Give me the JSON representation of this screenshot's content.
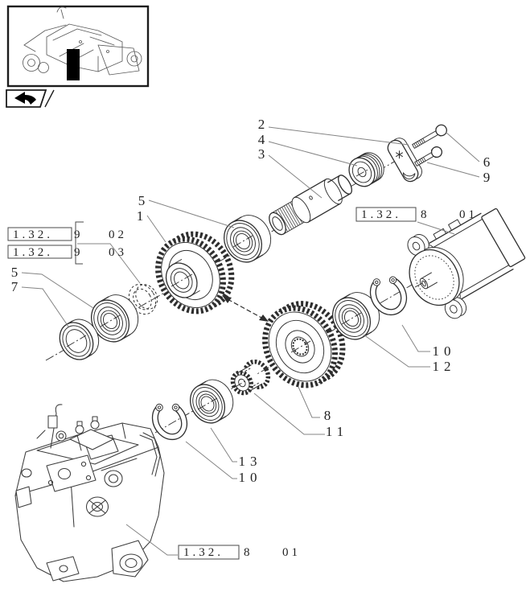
{
  "colors": {
    "line": "#2e2e2e",
    "leader": "#848484",
    "background": "#ffffff",
    "highlight": "#000000"
  },
  "thumbnail": {
    "icon": "tractor-overview-line-art",
    "marker_icon": "section-highlight-marker"
  },
  "nav": {
    "icon": "return-arrow-icon"
  },
  "references": [
    {
      "boxed": "1.32.",
      "suffix": "9",
      "sheet": "02"
    },
    {
      "boxed": "1.32.",
      "suffix": "9",
      "sheet": "03"
    },
    {
      "boxed": "1.32.",
      "suffix": "8",
      "sheet": "01"
    },
    {
      "boxed": "1.32.",
      "suffix": "8",
      "sheet": "01"
    }
  ],
  "callouts": [
    {
      "label": "2"
    },
    {
      "label": "4"
    },
    {
      "label": "3"
    },
    {
      "label": "6"
    },
    {
      "label": "9"
    },
    {
      "label": "5"
    },
    {
      "label": "1"
    },
    {
      "label": "5"
    },
    {
      "label": "7"
    },
    {
      "label": "10"
    },
    {
      "label": "12"
    },
    {
      "label": "8"
    },
    {
      "label": "11"
    },
    {
      "label": "13"
    },
    {
      "label": "10"
    }
  ]
}
